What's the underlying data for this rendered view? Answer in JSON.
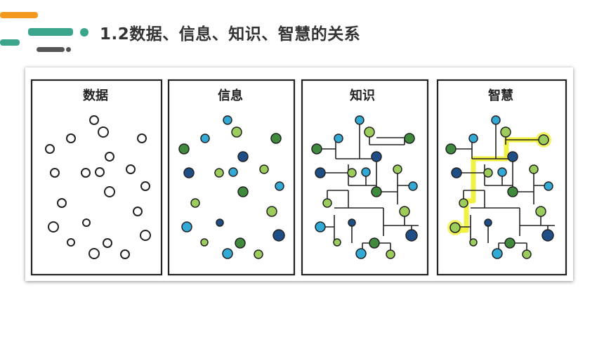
{
  "slide": {
    "title": "1.2数据、信息、知识、智慧的关系"
  },
  "colors": {
    "accent_orange": "#f39a1e",
    "accent_teal": "#3aa58a",
    "accent_dark": "#555555",
    "dot_dark_blue": "#1f4e87",
    "dot_cyan": "#33a9d6",
    "dot_light_green": "#9ccc5c",
    "dot_dark_green": "#3f8a3c",
    "highlight_yellow": "#eeee22"
  },
  "panels": [
    {
      "label": "数据",
      "icon": "scattered-data-dots"
    },
    {
      "label": "信息",
      "icon": "colored-information-dots"
    },
    {
      "label": "知识",
      "icon": "connected-knowledge-network"
    },
    {
      "label": "智慧",
      "icon": "highlighted-wisdom-path"
    }
  ]
}
